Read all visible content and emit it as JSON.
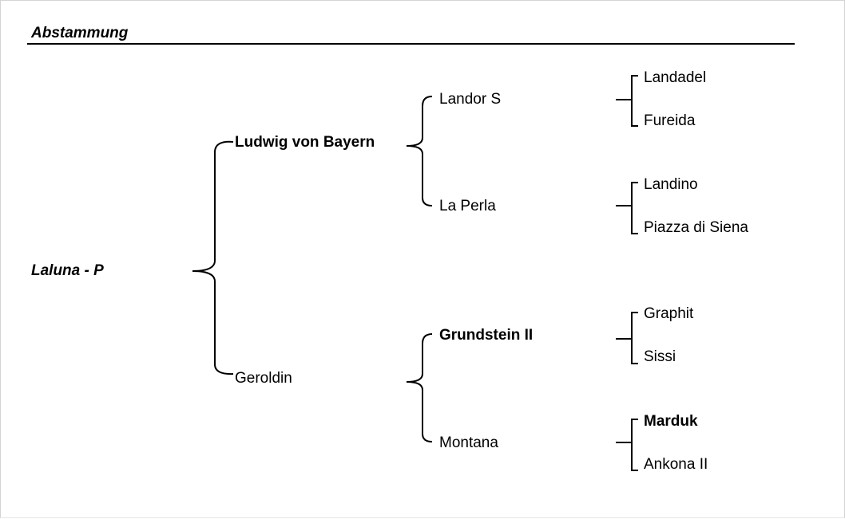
{
  "heading": "Abstammung",
  "pedigree": {
    "subject": "Laluna - P",
    "sire": {
      "name": "Ludwig von Bayern",
      "sire": {
        "name": "Landor S",
        "sire": "Landadel",
        "dam": "Fureida"
      },
      "dam": {
        "name": "La Perla",
        "sire": "Landino",
        "dam": "Piazza di Siena"
      }
    },
    "dam": {
      "name": "Geroldin",
      "sire": {
        "name": "Grundstein II",
        "sire": "Graphit",
        "dam": "Sissi"
      },
      "dam": {
        "name": "Montana",
        "sire": "Marduk",
        "dam": "Ankona II"
      }
    }
  },
  "bold_names": [
    "Ludwig von Bayern",
    "Grundstein II",
    "Marduk"
  ]
}
